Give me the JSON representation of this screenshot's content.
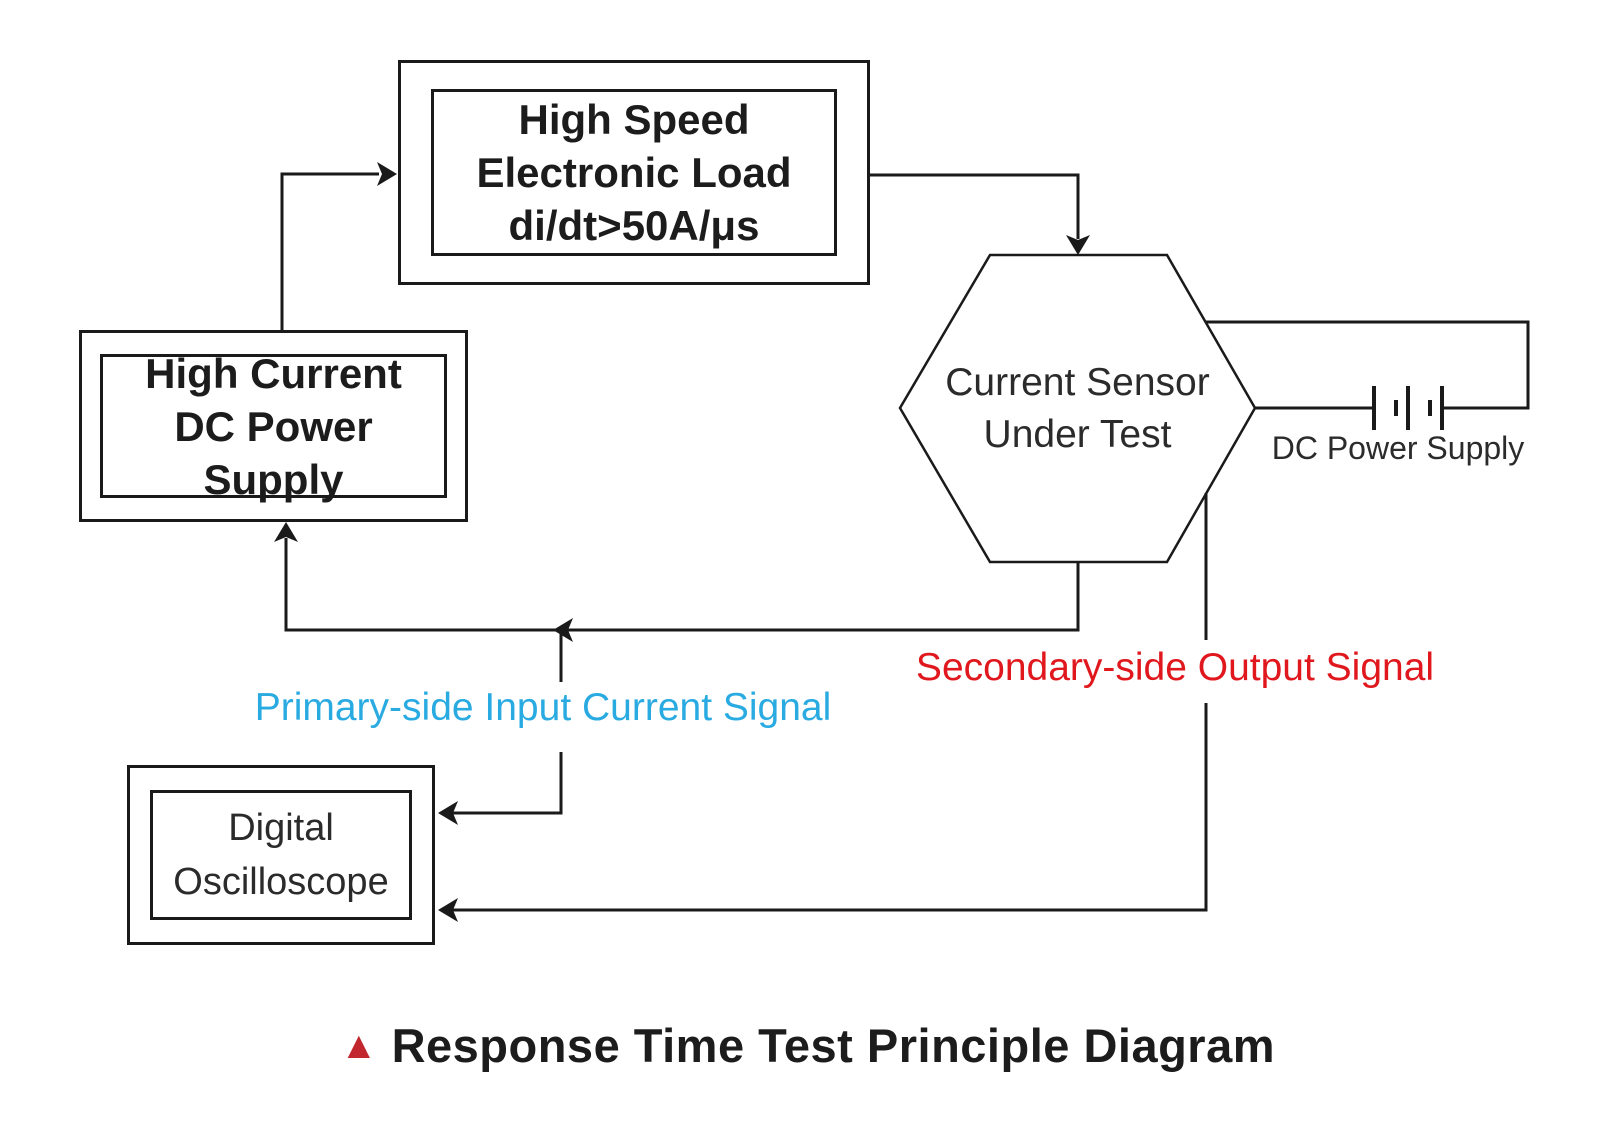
{
  "colors": {
    "line-color": "#1a1a1a",
    "primary-color": "#29abe2",
    "secondary-color": "#e0181e",
    "title-marker-color": "#c1272d",
    "bg-color": "#ffffff"
  },
  "nodes": {
    "electronic_load": {
      "lines": [
        "High Speed",
        "Electronic Load",
        "di/dt>50A/μs"
      ]
    },
    "high_current_supply": {
      "lines": [
        "High Current",
        "DC Power Supply"
      ]
    },
    "current_sensor": {
      "lines": [
        "Current Sensor",
        "Under Test"
      ]
    },
    "oscilloscope": {
      "lines": [
        "Digital",
        "Oscilloscope"
      ]
    },
    "battery_supply": {
      "label": "DC Power Supply"
    }
  },
  "signal_labels": {
    "primary": {
      "text": "Primary-side Input Current Signal"
    },
    "secondary": {
      "text": "Secondary-side Output Signal"
    }
  },
  "title": {
    "marker": "▲",
    "text": "Response Time Test Principle Diagram"
  },
  "icons": {
    "battery": "battery-icon",
    "title_marker": "triangle-up-icon"
  }
}
